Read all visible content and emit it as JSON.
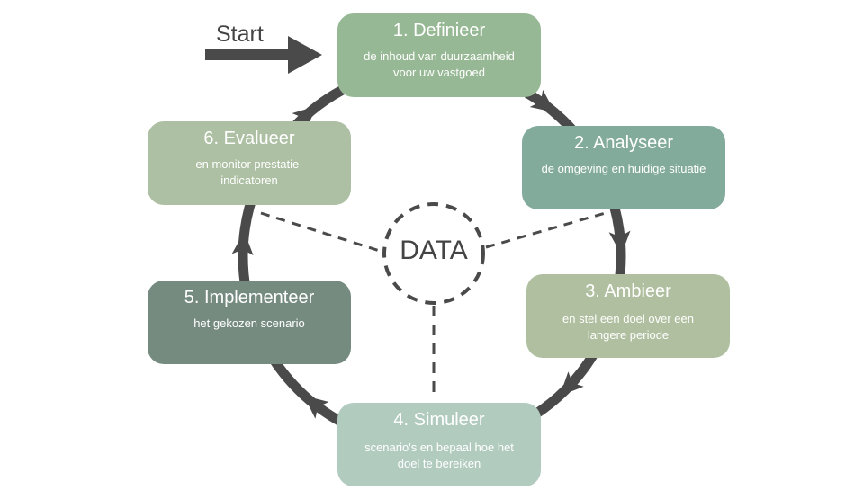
{
  "start_label": "Start",
  "center_label": "DATA",
  "colors": {
    "ring": "#4a4a4a",
    "step1": "#97b894",
    "step2": "#83ab9c",
    "step3": "#b0bf9f",
    "step4": "#b2cbbf",
    "step5": "#768b80",
    "step6": "#adc0a3"
  },
  "steps": [
    {
      "title": "1. Definieer",
      "desc": "de inhoud van duurzaamheid voor uw vastgoed"
    },
    {
      "title": "2. Analyseer",
      "desc": "de omgeving en huidige situatie"
    },
    {
      "title": "3. Ambieer",
      "desc": "en stel een doel over een langere periode"
    },
    {
      "title": "4. Simuleer",
      "desc": "scenario's en bepaal hoe het doel te bereiken"
    },
    {
      "title": "5. Implementeer",
      "desc": "het gekozen scenario"
    },
    {
      "title": "6. Evalueer",
      "desc": "en monitor prestatie-indicatoren"
    }
  ]
}
